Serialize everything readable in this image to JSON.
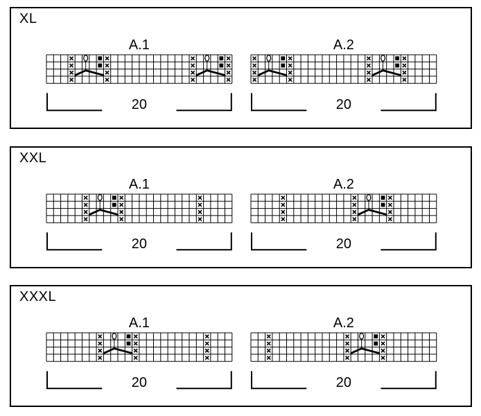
{
  "page": {
    "background": "#ffffff",
    "line_color": "#000000",
    "description": "Knitting pattern charts by size"
  },
  "symbol_legend": {
    "X": "cross-stitch",
    "O": "yarn-over-oval",
    "B": "black-filled-square",
    "mark": "chevron-double-decrease-with-stem"
  },
  "panels": [
    {
      "size_label": "XL",
      "charts": [
        {
          "title": "A.1",
          "cols": 26,
          "rows": 4,
          "count_label": "20",
          "grid": [
            "...X.O.BX...........X.O.BX",
            "...X...BX...........X...BX",
            "...X....X...........X....X",
            "...X....X...........X....X"
          ],
          "marks": [
            {
              "peak_col": 6,
              "span": [
                5,
                8
              ]
            },
            {
              "peak_col": 23,
              "span": [
                22,
                25
              ]
            }
          ]
        },
        {
          "title": "A.2",
          "cols": 26,
          "rows": 4,
          "count_label": "20",
          "grid": [
            "X.O.BX..........X.O.BX....",
            "X...BX..........X...BX....",
            "X....X..........X....X....",
            "X....X..........X....X...."
          ],
          "marks": [
            {
              "peak_col": 3,
              "span": [
                2,
                5
              ]
            },
            {
              "peak_col": 19,
              "span": [
                18,
                21
              ]
            }
          ]
        }
      ]
    },
    {
      "size_label": "XXL",
      "charts": [
        {
          "title": "A.1",
          "cols": 26,
          "rows": 4,
          "count_label": "20",
          "grid": [
            ".....X.O.BX..........X....",
            ".....X...BX..........X....",
            ".....X....X..........X....",
            ".....X....X..........X...."
          ],
          "marks": [
            {
              "peak_col": 8,
              "span": [
                7,
                10
              ]
            }
          ]
        },
        {
          "title": "A.2",
          "cols": 26,
          "rows": 4,
          "count_label": "20",
          "grid": [
            "....X.........X.O.BX......",
            "....X.........X...BX......",
            "....X.........X....X......",
            "....X.........X....X......"
          ],
          "marks": [
            {
              "peak_col": 17,
              "span": [
                16,
                19
              ]
            }
          ]
        }
      ]
    },
    {
      "size_label": "XXXL",
      "charts": [
        {
          "title": "A.1",
          "cols": 26,
          "rows": 4,
          "count_label": "20",
          "grid": [
            ".......X.O.BX.........X...",
            ".......X...BX.........X...",
            ".......X....X.........X...",
            ".......X....X.........X..."
          ],
          "marks": [
            {
              "peak_col": 10,
              "span": [
                9,
                12
              ]
            }
          ]
        },
        {
          "title": "A.2",
          "cols": 26,
          "rows": 4,
          "count_label": "20",
          "grid": [
            "..X..........X.O.BX.......",
            "..X..........X...BX.......",
            "..X..........X....X.......",
            "..X..........X....X......."
          ],
          "marks": [
            {
              "peak_col": 16,
              "span": [
                15,
                18
              ]
            }
          ]
        }
      ]
    }
  ]
}
